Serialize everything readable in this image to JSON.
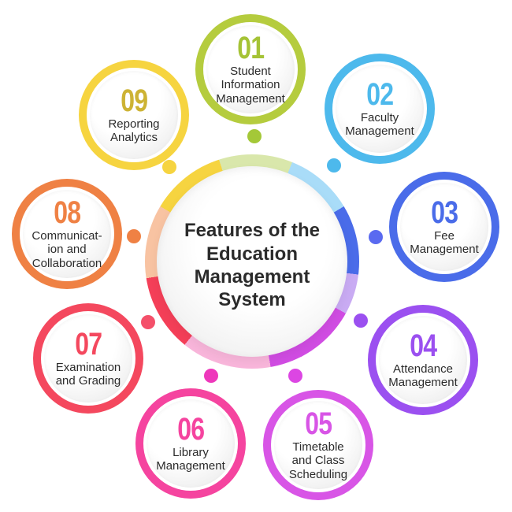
{
  "hub": {
    "title": "Features of the\nEducation\nManagement\nSystem",
    "ring_start_deg": -18,
    "ring_segments": [
      {
        "for": "student-information",
        "color": "#d9e7ab",
        "start": -18,
        "end": 22
      },
      {
        "for": "faculty",
        "color": "#a9dcf8",
        "start": 22,
        "end": 59
      },
      {
        "for": "fee",
        "color": "#4a6ce9",
        "start": 59,
        "end": 97
      },
      {
        "for": "attendance",
        "color": "#c9abf3",
        "start": 97,
        "end": 119
      },
      {
        "for": "timetable",
        "color": "#d04ce2",
        "start": 119,
        "end": 170
      },
      {
        "for": "library",
        "color": "#f8b5da",
        "start": 170,
        "end": 219
      },
      {
        "for": "examination",
        "color": "#f43f58",
        "start": 219,
        "end": 261
      },
      {
        "for": "communication",
        "color": "#f8c3a2",
        "start": 261,
        "end": 301
      },
      {
        "for": "reporting",
        "color": "#f6d440",
        "start": 301,
        "end": 342
      }
    ]
  },
  "features": {
    "items": [
      {
        "number": "01",
        "label": "Student\nInformation\nManagement",
        "ring_color": "#b5cc3e",
        "number_color": "#a5c336",
        "dot_color": "#a4c838"
      },
      {
        "number": "02",
        "label": "Faculty\nManagement",
        "ring_color": "#4db9ec",
        "number_color": "#4db9ec",
        "dot_color": "#4db9ec"
      },
      {
        "number": "03",
        "label": "Fee\nManagement",
        "ring_color": "#4a6ce9",
        "number_color": "#4a6ce9",
        "dot_color": "#5a6af0"
      },
      {
        "number": "04",
        "label": "Attendance\nManagement",
        "ring_color": "#9b50f0",
        "number_color": "#9b50f0",
        "dot_color": "#9b50f0"
      },
      {
        "number": "05",
        "label": "Timetable\nand Class\nScheduling",
        "ring_color": "#d855e6",
        "number_color": "#d855e6",
        "dot_color": "#dc46e3"
      },
      {
        "number": "06",
        "label": "Library\nManagement",
        "ring_color": "#f5449f",
        "number_color": "#f5449f",
        "dot_color": "#ee38bb"
      },
      {
        "number": "07",
        "label": "Examination\nand Grading",
        "ring_color": "#f4485e",
        "number_color": "#f4485e",
        "dot_color": "#f4506a"
      },
      {
        "number": "08",
        "label": "Communicat-\nion and\nCollaboration",
        "ring_color": "#ef8144",
        "number_color": "#ef8144",
        "dot_color": "#ef8144"
      },
      {
        "number": "09",
        "label": "Reporting\nAnalytics",
        "ring_color": "#f6d440",
        "number_color": "#cdb334",
        "dot_color": "#f6d440"
      }
    ]
  }
}
